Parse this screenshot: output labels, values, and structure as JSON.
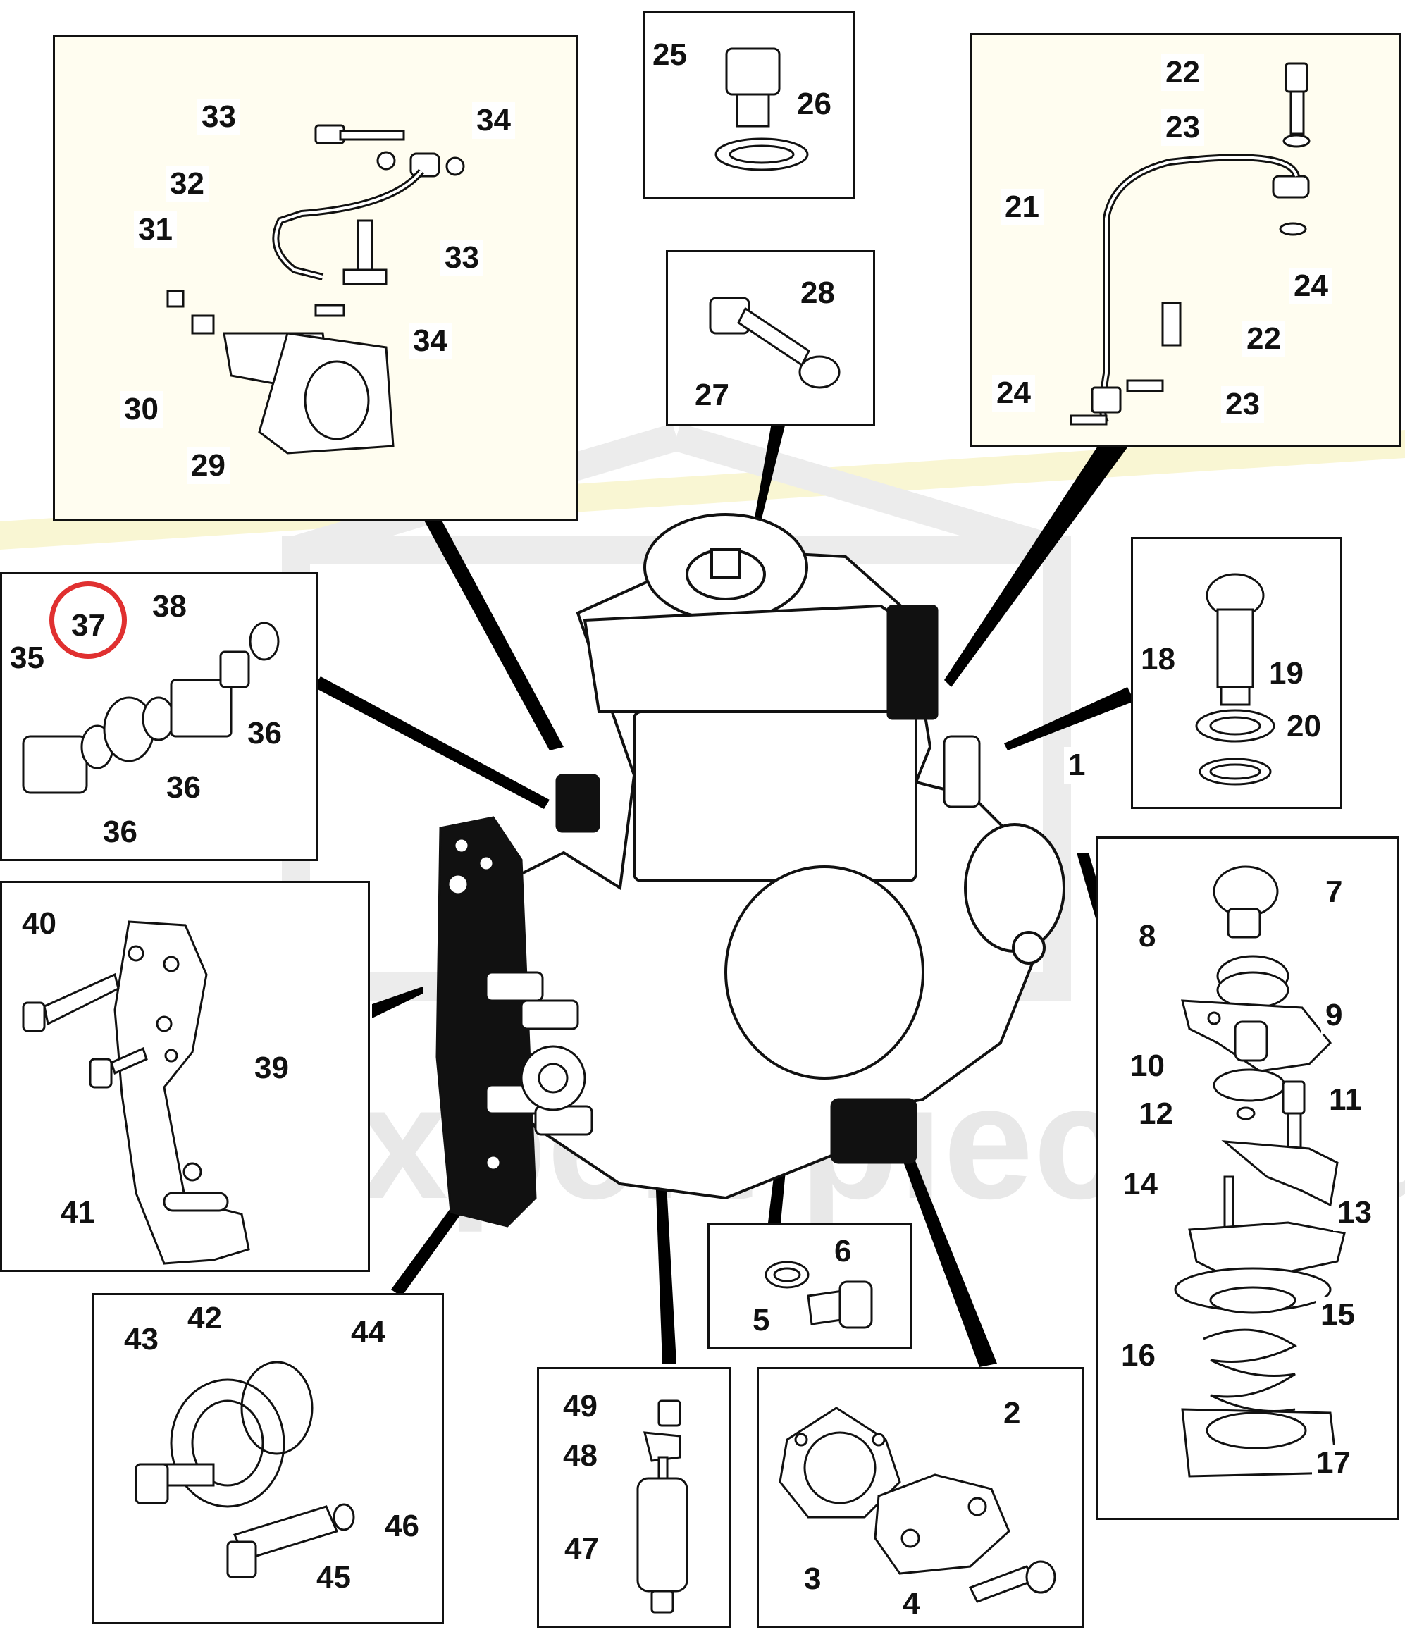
{
  "watermark": {
    "text": "expert pieces utiles",
    "color": "#e6e6e6"
  },
  "accent": {
    "marker": "#e03030",
    "outline": "#111111",
    "band": "#f7f3c4"
  },
  "highlighted_part": "37",
  "panels": {
    "top_left": {
      "labels": [
        "33",
        "34",
        "32",
        "31",
        "33",
        "34",
        "30",
        "29"
      ]
    },
    "top_center": {
      "labels": [
        "25",
        "26"
      ]
    },
    "center_mid": {
      "labels": [
        "27",
        "28"
      ]
    },
    "top_right": {
      "labels": [
        "22",
        "23",
        "21",
        "24",
        "22",
        "23",
        "24"
      ]
    },
    "right_small": {
      "labels": [
        "18",
        "19",
        "20"
      ]
    },
    "left_upper": {
      "labels": [
        "35",
        "37",
        "38",
        "36",
        "36",
        "36"
      ]
    },
    "left_middle": {
      "labels": [
        "40",
        "39",
        "41"
      ]
    },
    "right_tall": {
      "labels": [
        "7",
        "8",
        "9",
        "10",
        "11",
        "12",
        "14",
        "13",
        "15",
        "16",
        "17"
      ]
    },
    "bottom_left": {
      "labels": [
        "43",
        "42",
        "44",
        "46",
        "45"
      ]
    },
    "bottom_mid": {
      "labels": [
        "6",
        "5"
      ]
    },
    "bottom_center": {
      "labels": [
        "49",
        "48",
        "47"
      ]
    },
    "bottom_right": {
      "labels": [
        "2",
        "3",
        "4"
      ]
    },
    "main": {
      "labels": [
        "1"
      ]
    }
  }
}
